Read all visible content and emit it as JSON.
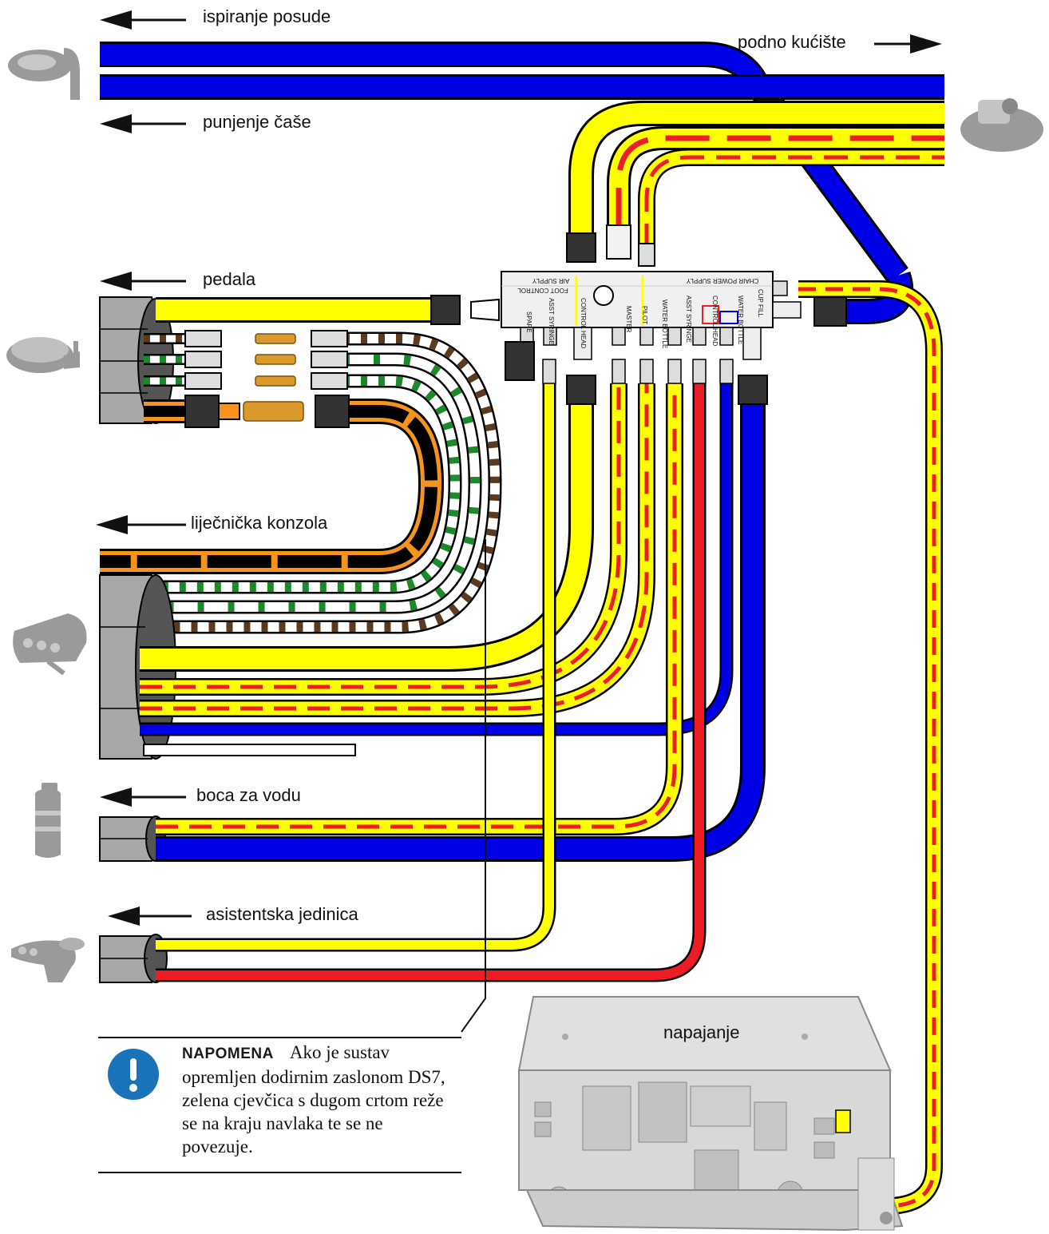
{
  "labels": {
    "bowl_rinse": "ispiranje posude",
    "floor_box": "podno kućište",
    "cup_fill": "punjenje čaše",
    "foot_pedal": "pedala",
    "doctor_console": "liječnička konzola",
    "water_bottle": "boca za vodu",
    "assistant_unit": "asistentska jedinica",
    "power_supply": "napajanje"
  },
  "manifold": {
    "left_label_top": "AIR SUPPLY",
    "right_label_top": "CHAIR POWER SUPPLY",
    "foot_control": "FOOT CONTROL",
    "ports": [
      "SPARE",
      "ASST SYRINGE",
      "CONTROL HEAD",
      "MASTER",
      "PILOT",
      "WATER BOTTLE",
      "ASST SYRINGE",
      "CONTROL HEAD",
      "WATER BOTTLE",
      "CUP FILL"
    ]
  },
  "note": {
    "heading": "NAPOMENA",
    "text": "Ako je sustav opremljen dodirnim zaslonom DS7, zelena cjevčica s dugom crtom reže se na kraju navlaka te se ne povezuje."
  },
  "colors": {
    "blue_tube": "#0000e6",
    "yellow_tube": "#ffff00",
    "red_tube": "#ee1c24",
    "green_tube": "#1a8a2a",
    "brown_tube": "#5c3a1e",
    "orange_tube": "#f7941d",
    "sheath_gray": "#a8a8a8",
    "note_icon": "#1a73b8"
  },
  "icons": [
    "cuspidor-icon",
    "floor-box-icon",
    "foot-pedal-icon",
    "doctor-console-icon",
    "water-bottle-icon",
    "assistant-unit-icon",
    "power-supply-icon",
    "arrow-left-icon",
    "arrow-right-icon",
    "note-icon"
  ]
}
